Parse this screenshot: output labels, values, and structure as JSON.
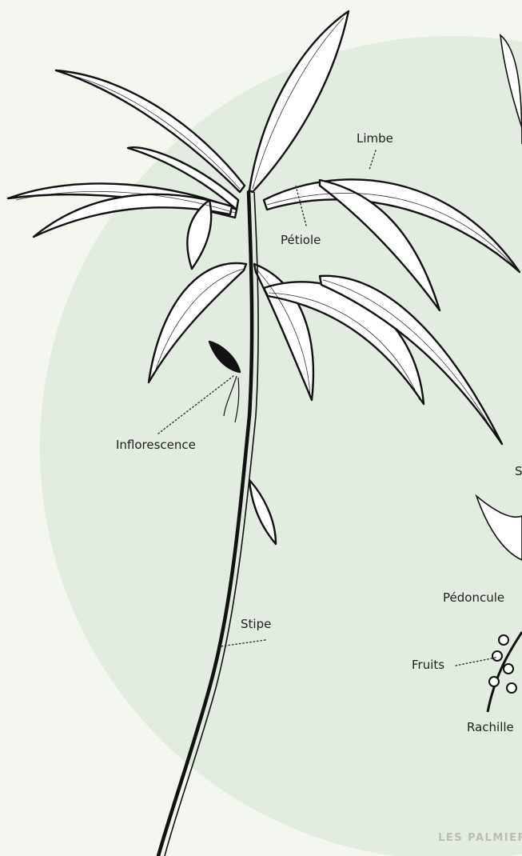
{
  "labels": {
    "limbe": "Limbe",
    "petiole": "Pétiole",
    "inflorescence": "Inflorescence",
    "stipe": "Stipe",
    "pedoncule": "Pédoncule",
    "fruits": "Fruits",
    "rachille": "Rachille",
    "partial_s": "S"
  },
  "footer": "LES PALMIER",
  "colors": {
    "background": "#f3f7f0",
    "circle": "#e3ece0",
    "ink": "#111111",
    "footer": "#b9bdb6"
  }
}
